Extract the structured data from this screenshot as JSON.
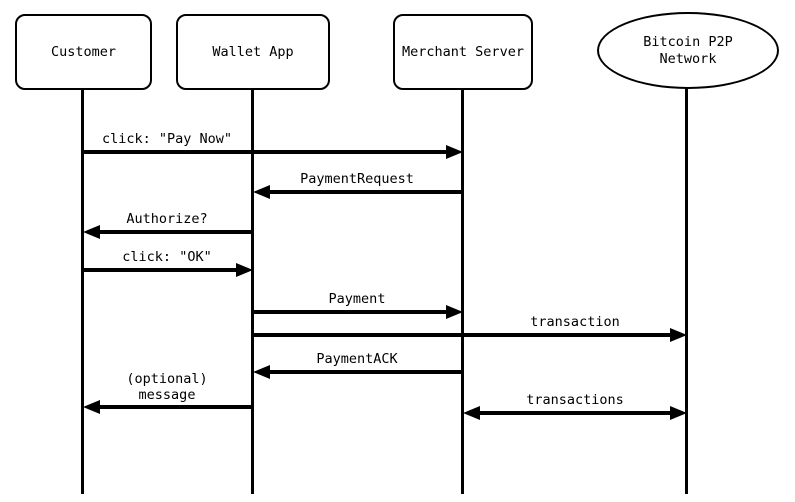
{
  "diagram_type": "sequence-diagram",
  "colors": {
    "line": "#000000",
    "background": "#ffffff",
    "text": "#000000"
  },
  "participants": [
    {
      "name": "Customer",
      "shape": "rounded-rect"
    },
    {
      "name": "Wallet App",
      "shape": "rounded-rect"
    },
    {
      "name": "Merchant Server",
      "shape": "rounded-rect"
    },
    {
      "name": "Bitcoin P2P\nNetwork",
      "shape": "ellipse"
    }
  ],
  "messages": [
    {
      "label": "click: \"Pay Now\"",
      "from": "Customer",
      "to": "Merchant Server",
      "direction": "right"
    },
    {
      "label": "PaymentRequest",
      "from": "Merchant Server",
      "to": "Wallet App",
      "direction": "left"
    },
    {
      "label": "Authorize?",
      "from": "Wallet App",
      "to": "Customer",
      "direction": "left"
    },
    {
      "label": "click: \"OK\"",
      "from": "Customer",
      "to": "Wallet App",
      "direction": "right"
    },
    {
      "label": "Payment",
      "from": "Wallet App",
      "to": "Merchant Server",
      "direction": "right"
    },
    {
      "label": "transaction",
      "from": "Wallet App",
      "to": "Bitcoin P2P Network",
      "direction": "right"
    },
    {
      "label": "PaymentACK",
      "from": "Merchant Server",
      "to": "Wallet App",
      "direction": "left"
    },
    {
      "label": "(optional)\nmessage",
      "from": "Wallet App",
      "to": "Customer",
      "direction": "left"
    },
    {
      "label": "transactions",
      "from": "Merchant Server",
      "to": "Bitcoin P2P Network",
      "direction": "both"
    }
  ]
}
